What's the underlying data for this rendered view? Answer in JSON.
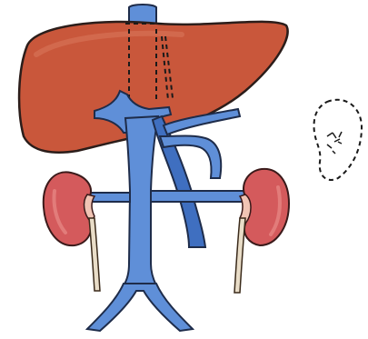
{
  "diagram": {
    "labels": [],
    "colors": {
      "liver_fill": "#c9573b",
      "liver_stroke": "#2b1d1a",
      "vessel_fill": "#5f8fd8",
      "vessel_dark": "#3f6fc0",
      "vessel_stroke": "#1e2c4a",
      "kidney_fill": "#d45a5c",
      "kidney_hilum": "#f0c4b4",
      "ureter_fill": "#e9ddc8",
      "dashed": "#1a1a1a",
      "background": "#ffffff"
    },
    "structures": [
      {
        "name": "liver",
        "icon": "liver-icon"
      },
      {
        "name": "inferior-vena-cava",
        "icon": "vein-icon"
      },
      {
        "name": "hepatic-veins",
        "icon": "vein-icon"
      },
      {
        "name": "left-kidney",
        "icon": "kidney-icon"
      },
      {
        "name": "right-kidney",
        "icon": "kidney-icon"
      },
      {
        "name": "renal-veins",
        "icon": "vein-icon"
      },
      {
        "name": "ureters",
        "icon": "ureter-icon"
      },
      {
        "name": "iliac-veins",
        "icon": "vein-icon"
      },
      {
        "name": "dashed-outline-organ",
        "icon": "dashed-outline-icon"
      }
    ]
  }
}
